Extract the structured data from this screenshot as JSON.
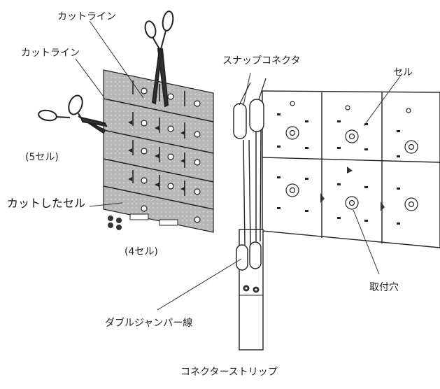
{
  "labels": {
    "cut_line_top": "カットライン",
    "cut_line_left": "カットライン",
    "five_cells": "(5セル)",
    "cut_cell": "カットしたセル",
    "four_cells": "(4セル)",
    "snap_connector": "スナップコネクタ",
    "cell": "セル",
    "mounting_hole": "取付穴",
    "double_jumper": "ダブルジャンパー線",
    "connector_strip": "コネクターストリップ"
  }
}
